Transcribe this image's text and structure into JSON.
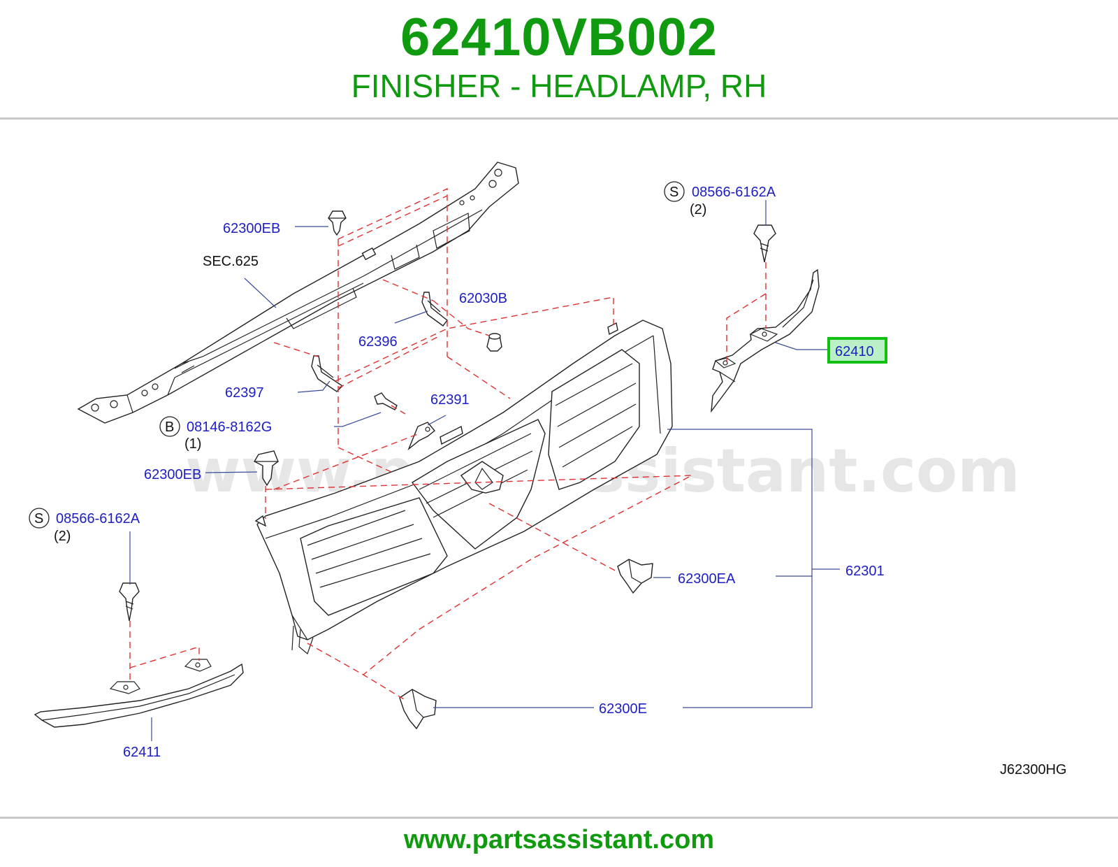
{
  "header": {
    "part_number": "62410VB002",
    "description": "FINISHER - HEADLAMP, RH"
  },
  "diagram": {
    "labels": {
      "l_62300eb_top": "62300EB",
      "l_sec625": "SEC.625",
      "l_62030b": "62030B",
      "l_62396": "62396",
      "l_62397": "62397",
      "l_62391": "62391",
      "l_b_bolt": "08146-8162G",
      "l_b_bolt_qty": "(1)",
      "l_b_symbol": "B",
      "l_62300eb_mid": "62300EB",
      "l_s_left": "08566-6162A",
      "l_s_left_qty": "(2)",
      "l_s_left_symbol": "S",
      "l_s_right": "08566-6162A",
      "l_s_right_qty": "(2)",
      "l_s_right_symbol": "S",
      "l_62410": "62410",
      "l_62301": "62301",
      "l_62300ea": "62300EA",
      "l_62300e": "62300E",
      "l_62411": "62411",
      "l_code": "J62300HG"
    },
    "highlight_color": "#12c012",
    "label_color": "#1d1dc4",
    "leader_color": "#2a3ec0",
    "dashed_color": "#e03030"
  },
  "watermark": "www.partsassistant.com",
  "footer": {
    "url": "www.partsassistant.com"
  }
}
